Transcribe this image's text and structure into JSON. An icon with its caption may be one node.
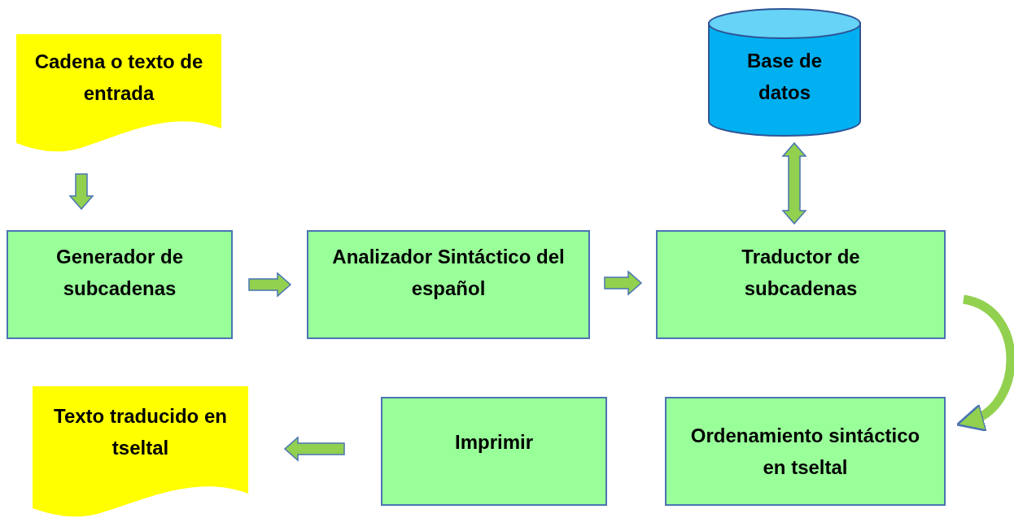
{
  "diagram": {
    "nodes": [
      {
        "text": [
          "Cadena o texto de entrada"
        ]
      },
      {
        "text": [
          "Base de datos"
        ]
      },
      {
        "text": [
          "Generador de subcadenas"
        ]
      },
      {
        "text": [
          "Analizador Sintáctico del español"
        ]
      },
      {
        "text": [
          "Traductor de subcadenas"
        ]
      },
      {
        "text": [
          "Texto traducido en tseltal"
        ]
      },
      {
        "text": [
          "Imprimir"
        ]
      },
      {
        "text": [
          "Ordenamiento sintáctico en tseltal"
        ]
      }
    ],
    "edges": [
      {
        "from": 0,
        "to": 2,
        "arrow": "to"
      },
      {
        "from": 2,
        "to": 3,
        "arrow": "to"
      },
      {
        "from": 3,
        "to": 4,
        "arrow": "to"
      },
      {
        "from": 4,
        "to": 1,
        "arrow": "both"
      },
      {
        "from": 4,
        "to": 7,
        "arrow": "to"
      },
      {
        "from": 6,
        "to": 5,
        "arrow": "to"
      }
    ]
  }
}
